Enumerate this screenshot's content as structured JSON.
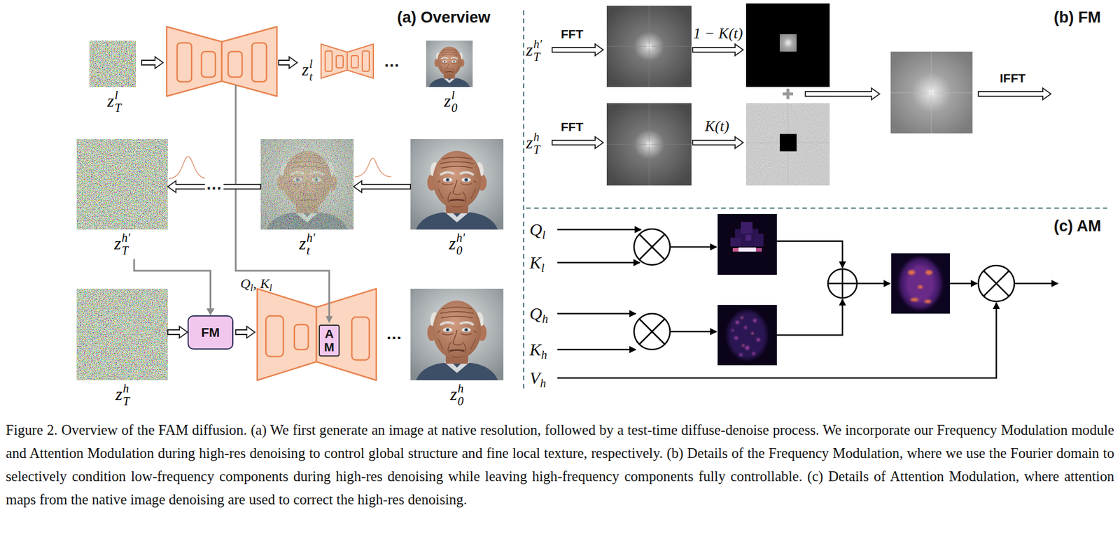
{
  "diagram": {
    "caption": "Figure 2. Overview of the FAM diffusion. (a) We first generate an image at native resolution, followed by a test-time diffuse-denoise process. We incorporate our Frequency Modulation module and Attention Modulation during high-res denoising to control global structure and fine local texture, respectively. (b) Details of the Frequency Modulation, where we use the Fourier domain to selectively condition low-frequency components during high-res denoising while leaving high-frequency components fully controllable. (c) Details of Attention Modulation, where attention maps from the native image denoising are used to correct the high-res denoising.",
    "nodes": [
      {
        "text": [
          "zTl"
        ]
      },
      {
        "text": [
          "z0l"
        ]
      },
      {
        "text": [
          "zTh′"
        ]
      },
      {
        "text": [
          "zth′"
        ]
      },
      {
        "text": [
          "z0h′"
        ]
      },
      {
        "text": [
          "zTh"
        ]
      },
      {
        "text": [
          "FM"
        ]
      },
      {
        "text": [
          "A M"
        ]
      },
      {
        "text": [
          "z0h"
        ]
      }
    ],
    "edges": [
      {
        "from": 2,
        "to": 6,
        "arrow": "to"
      },
      {
        "from": 4,
        "to": 3,
        "arrow": "to"
      },
      {
        "from": 3,
        "to": 2,
        "arrow": "to",
        "label": "..."
      },
      {
        "from": 5,
        "to": 6,
        "arrow": "to"
      }
    ],
    "labels": [
      "(a) Overview",
      "ztl",
      "...",
      "Ql, Kl",
      "...",
      "(b) FM",
      "zTh′",
      "FFT",
      "1 − K(t)",
      "zTh",
      "FFT",
      "K(t)",
      "IFFT",
      "(c) AM",
      "Ql",
      "Kl",
      "Qh",
      "Kh",
      "Vh"
    ]
  }
}
